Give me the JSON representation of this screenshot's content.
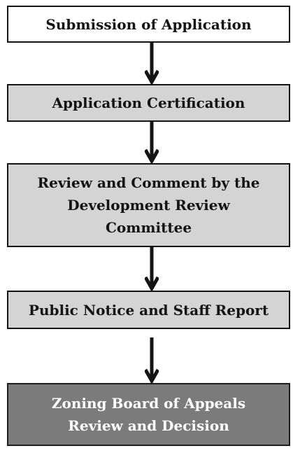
{
  "steps": [
    {
      "lines": [
        "Submission of Application"
      ]
    },
    {
      "lines": [
        "Application Certification"
      ]
    },
    {
      "lines": [
        "Review and Comment by the",
        "Development Review",
        "Committee"
      ]
    },
    {
      "lines": [
        "Public Notice and Staff Report"
      ]
    },
    {
      "lines": [
        "Zoning Board of Appeals",
        "Review and Decision"
      ]
    }
  ],
  "colors": {
    "box_white": "#ffffff",
    "box_gray": "#d4d4d4",
    "box_dark": "#7b7b7b",
    "border": "#141414",
    "arrow": "#141414"
  },
  "icons": {
    "connector": "down-arrow-icon"
  }
}
